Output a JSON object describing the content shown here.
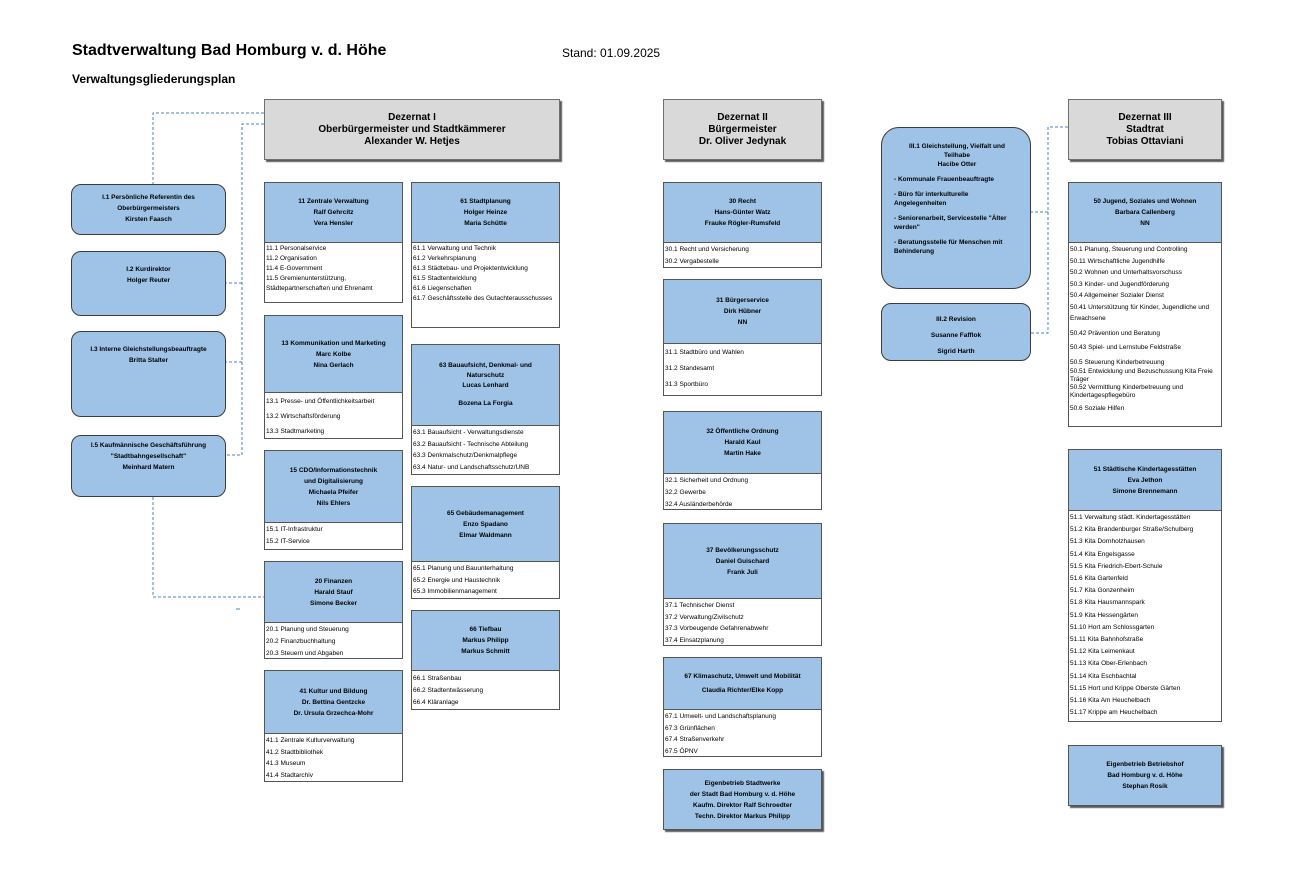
{
  "header": {
    "title": "Stadtverwaltung Bad Homburg v. d. Höhe",
    "stand": "Stand: 01.09.2025",
    "subtitle": "Verwaltungsgliederungsplan"
  },
  "colors": {
    "unit_blue": "#9ec3e6",
    "dezernat_grey": "#d9d9d9",
    "connector_blue": "#4f81bd"
  },
  "dezernate": {
    "d1": {
      "title": "Dezernat I",
      "role": "Oberbürgermeister und Stadtkämmerer",
      "name": "Alexander W. Hetjes"
    },
    "d2": {
      "title": "Dezernat II",
      "role": "Bürgermeister",
      "name": "Dr. Oliver Jedynak"
    },
    "d3": {
      "title": "Dezernat III",
      "role": "Stadtrat",
      "name": "Tobias Ottaviani"
    }
  },
  "staff": {
    "i1": {
      "lines": [
        "I.1 Persönliche Referentin des",
        "Oberbürgermeisters",
        "Kirsten Faasch"
      ]
    },
    "i2": {
      "lines": [
        "I.2 Kurdirektor",
        "Holger Reuter"
      ]
    },
    "i3": {
      "lines": [
        "I.3 Interne Gleichstellungsbeauftragte",
        "Britta Stalter"
      ]
    },
    "i5": {
      "lines": [
        "I.5 Kaufmännische Geschäftsführung",
        "\"Stadtbahngesellschaft\"",
        "Meinhard Matern"
      ]
    },
    "iii1": {
      "header": [
        "III.1 Gleichstellung, Vielfalt und",
        "Teilhabe",
        "Hacibe Otter"
      ],
      "items": [
        "- Kommunale Frauenbeauftragte",
        "- Büro für interkulturelle Angelegenheiten",
        "- Seniorenarbeit, Servicestelle \"Älter werden\"",
        "- Beratungsstelle für Menschen mit Behinderung"
      ]
    },
    "iii2": {
      "lines": [
        "III.2 Revision",
        "Susanne Fafflok",
        "Sigrid Harth"
      ]
    }
  },
  "units": {
    "u11": {
      "head": [
        "11 Zentrale Verwaltung",
        "Ralf Gehrcitz",
        "Vera Hensler"
      ],
      "subs": [
        "11.1 Personalservice",
        "11.2 Organisation",
        "11.4 E-Government",
        "11.5 Gremienunterstützung, Städtepartnerschaften und Ehrenamt"
      ]
    },
    "u13": {
      "head": [
        "13  Kommunikation und Marketing",
        "Marc Kolbe",
        "Nina Gerlach"
      ],
      "subs": [
        "13.1 Presse- und Öffentlichkeitsarbeit",
        "13.2 Wirtschaftsförderung",
        "13.3 Stadtmarketing"
      ]
    },
    "u15": {
      "head": [
        "15 CDO/Informationstechnik",
        "und Digitalisierung",
        "Michaela Pfeifer",
        "Nils Ehlers"
      ],
      "subs": [
        "15.1 IT-Infrastruktur",
        "15.2 IT-Service"
      ]
    },
    "u20": {
      "head": [
        "20 Finanzen",
        "Harald Stauf",
        "Simone Becker"
      ],
      "subs": [
        "20.1 Planung und Steuerung",
        "20.2 Finanzbuchhaltung",
        "20.3 Steuern und Abgaben"
      ]
    },
    "u41": {
      "head": [
        "41 Kultur und Bildung",
        "Dr. Bettina Gentzcke",
        "Dr. Ursula Grzechca-Mohr"
      ],
      "subs": [
        "41.1 Zentrale Kulturverwaltung",
        "41.2 Stadtbibliothek",
        "41.3 Museum",
        "41.4 Stadtarchiv"
      ]
    },
    "u61": {
      "head": [
        "61 Stadtplanung",
        "Holger Heinze",
        "Maria Schütte"
      ],
      "subs": [
        "61.1 Verwaltung und Technik",
        "61.2 Verkehrsplanung",
        "61.3 Städtebau- und Projektentwicklung",
        "61.5 Stadtentwicklung",
        "61.6 Liegenschaften",
        "61.7 Geschäftsstelle des Gutachterausschusses"
      ]
    },
    "u63": {
      "head": [
        "63 Bauaufsicht, Denkmal- und",
        "Naturschutz",
        "Lucas Lenhard",
        "",
        "Bozena La Forgia"
      ],
      "subs": [
        "63.1 Bauaufsicht - Verwaltungsdienste",
        "63.2 Bauaufsicht - Technische Abteilung",
        "63.3 Denkmalschutz/Denkmalpflege",
        "63.4 Natur- und Landschaftsschutz/UNB"
      ]
    },
    "u65": {
      "head": [
        "65 Gebäudemanagement",
        "Enzo Spadano",
        "Elmar Waldmann"
      ],
      "subs": [
        "65.1 Planung und Bauunterhaltung",
        "65.2 Energie und Haustechnik",
        "65.3 Immobilienmanagement"
      ]
    },
    "u66": {
      "head": [
        "66 Tiefbau",
        "Markus Philipp",
        "Markus Schmitt"
      ],
      "subs": [
        "66.1 Straßenbau",
        "66.2 Stadtentwässerung",
        "66.4 Kläranlage"
      ]
    },
    "u30": {
      "head": [
        "30 Recht",
        "Hans-Günter Watz",
        "Frauke Rögler-Rumsfeld"
      ],
      "subs": [
        "30.1 Recht und Versicherung",
        "30.2 Vergabestelle"
      ]
    },
    "u31": {
      "head": [
        "31 Bürgerservice",
        "Dirk Hübner",
        "NN"
      ],
      "subs": [
        "31.1 Stadtbüro und Wahlen",
        "31.2 Standesamt",
        "31.3 Sportbüro"
      ]
    },
    "u32": {
      "head": [
        "32 Öffentliche Ordnung",
        "Harald Kaul",
        "Martin Hake"
      ],
      "subs": [
        "32.1 Sicherheit und Ordnung",
        "32.2 Gewerbe",
        "32.4 Ausländerbehörde"
      ]
    },
    "u37": {
      "head": [
        "37 Bevölkerungsschutz",
        "Daniel Guischard",
        "Frank Juli"
      ],
      "subs": [
        "37.1 Technischer Dienst",
        "37.2 Verwaltung/Zivilschutz",
        "37.3 Vorbeugende Gefahrenabwehr",
        "37.4 Einsatzplanung"
      ]
    },
    "u67": {
      "head": [
        "67 Klimaschutz, Umwelt und Mobilität",
        "Claudia Richter/Elke Kopp"
      ],
      "subs": [
        "67.1 Umwelt- und Landschaftsplanung",
        "67.3 Grünflächen",
        "67.4 Straßenverkehr",
        "67.5 ÖPNV"
      ]
    },
    "u50": {
      "head": [
        "50 Jugend, Soziales und Wohnen",
        "Barbara Callenberg",
        "NN"
      ],
      "subs": [
        "50.1 Planung, Steuerung und Controlling",
        "50.11 Wirtschaftliche Jugendhilfe",
        "50.2 Wohnen und Unterhaltsvorschuss",
        "50.3 Kinder- und Jugendförderung",
        "50.4 Allgemeiner Sozialer Dienst",
        "50.41 Unterstützung für Kinder, Jugendliche und Erwachsene",
        "50.42 Prävention und Beratung",
        "50.43 Spiel- und Lernstube Feldstraße",
        "50.5 Steuerung Kinderbetreuung",
        "50.51 Entwicklung und Bezuschussung Kita Freie Träger",
        "50.52 Vermittlung Kinderbetreuung und Kindertagespflegebüro",
        "50.6 Soziale Hilfen"
      ]
    },
    "u51": {
      "head": [
        "51 Städtische Kindertagesstätten",
        "Eva Jethon",
        "Simone Brennemann"
      ],
      "subs": [
        "51.1 Verwaltung städt. Kindertagesstätten",
        "51.2 Kita Brandenburger Straße/Schulberg",
        "51.3 Kita Dornholzhausen",
        "51.4 Kita Engelsgasse",
        "51.5 Kita Friedrich-Ebert-Schule",
        "51.6 Kita Gartenfeld",
        "51.7 Kita Gonzenheim",
        "51.8 Kita Hausmannspark",
        "51.9 Kita Hessengärten",
        "51.10 Hort am Schlossgarten",
        "51.11 Kita Bahnhofstraße",
        "51.12 Kita Leimenkaut",
        "51.13 Kita Ober-Erlenbach",
        "51.14 Kita Eschbachtal",
        "51.15 Hort und Krippe Oberste Gärten",
        "51.16 Kita Am Heuchelbach",
        "51.17 Krippe am Heuchelbach"
      ]
    }
  },
  "eigenbetriebe": {
    "stadtwerke": {
      "lines": [
        "Eigenbetrieb Stadtwerke",
        "der Stadt Bad Homburg v. d. Höhe",
        "Kaufm. Direktor Ralf Schroedter",
        "Techn. Direktor Markus Philipp"
      ]
    },
    "betriebshof": {
      "lines": [
        "Eigenbetrieb  Betriebshof",
        "Bad Homburg v. d. Höhe",
        "Stephan Rosik"
      ]
    }
  }
}
